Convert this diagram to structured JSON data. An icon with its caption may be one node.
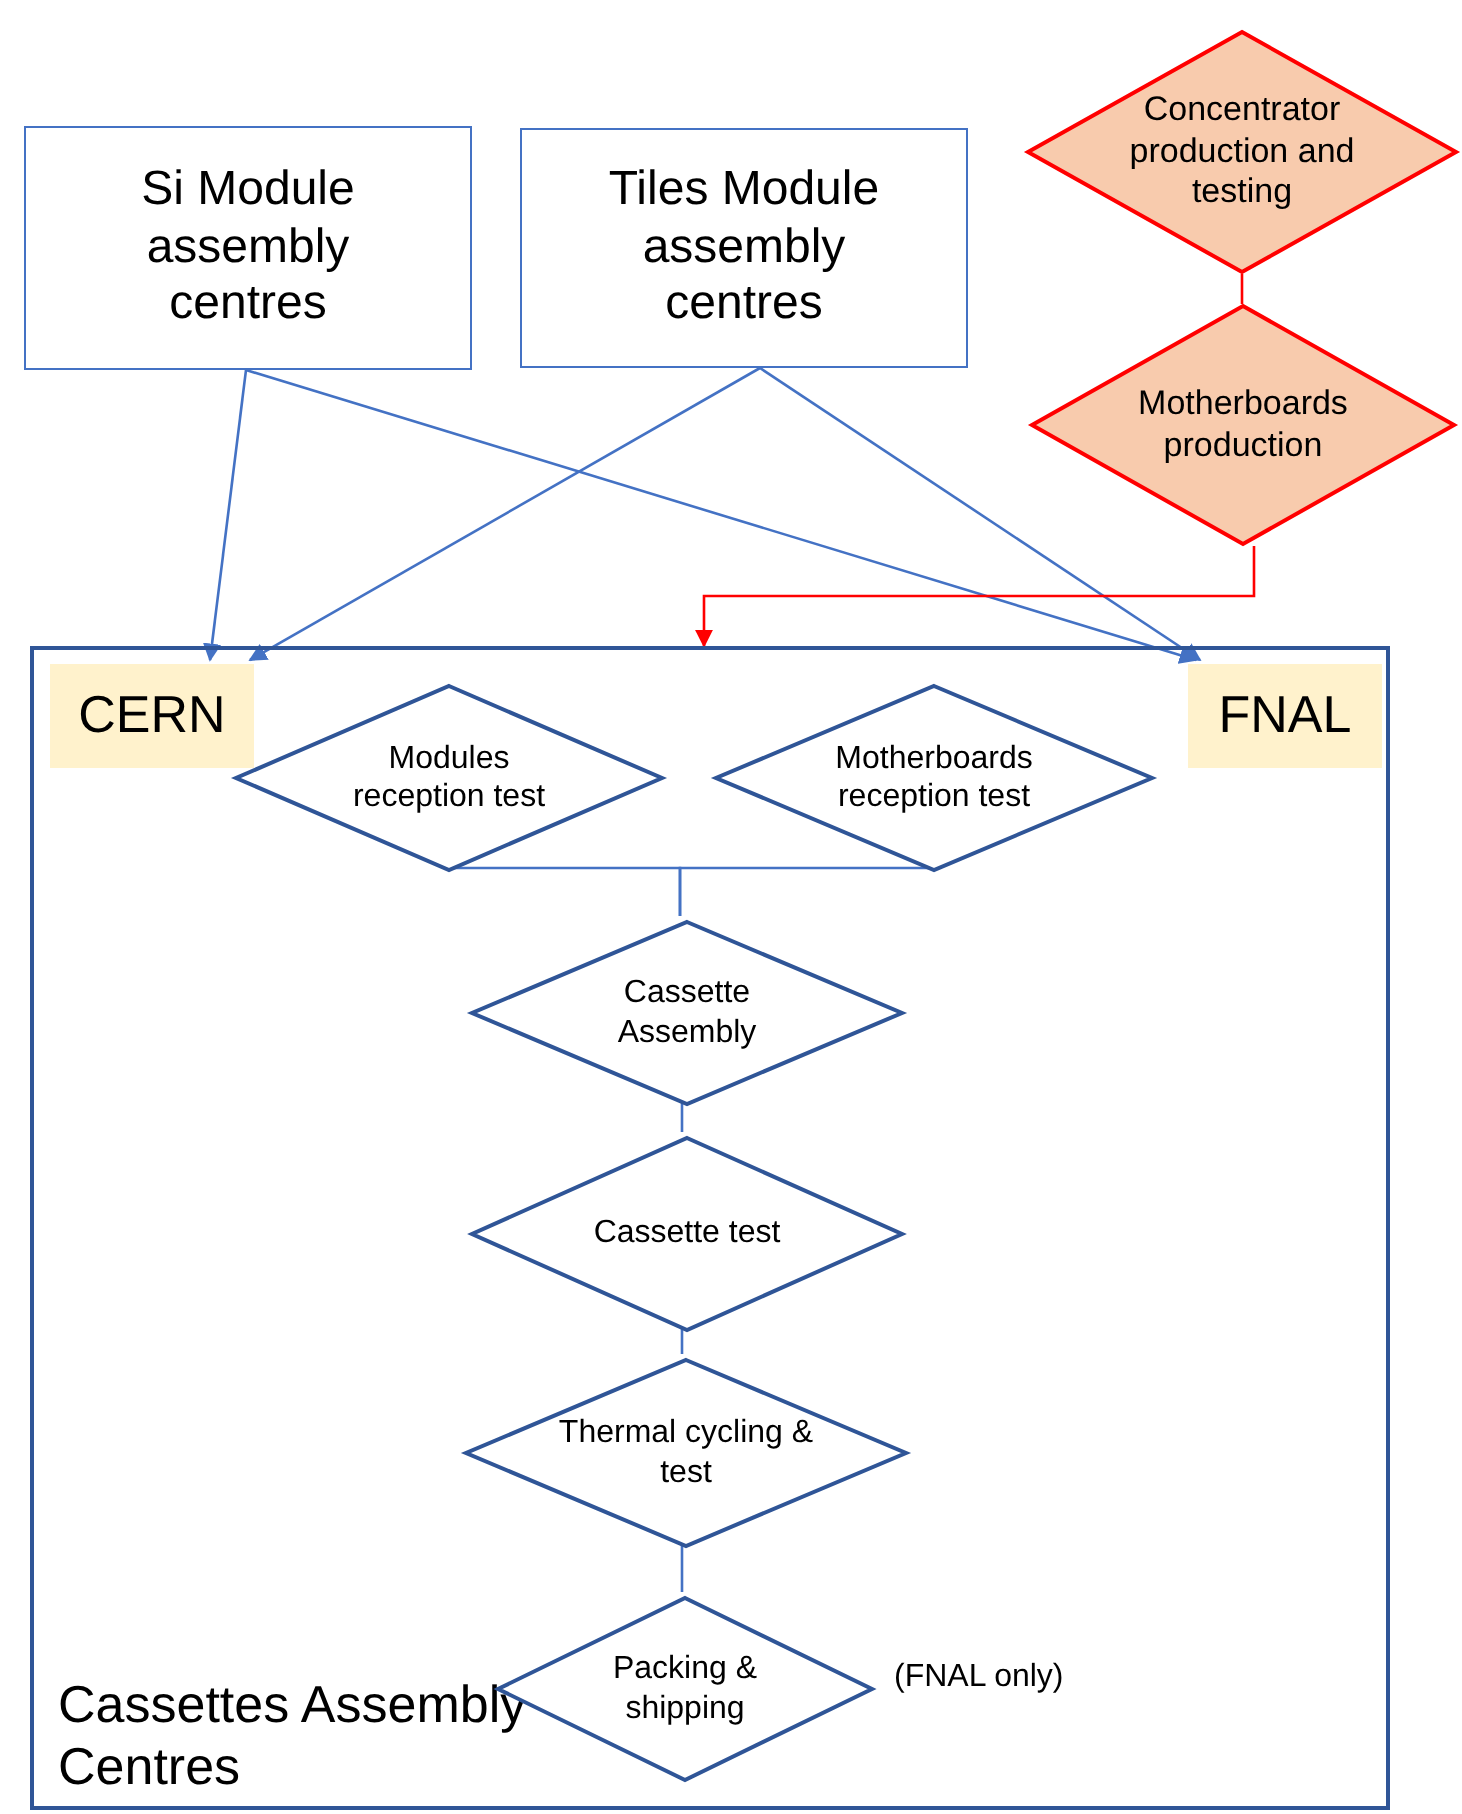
{
  "diagram": {
    "nodes": [
      {
        "text": [
          "Si Module assembly centres"
        ]
      },
      {
        "text": [
          "Tiles Module assembly centres"
        ]
      },
      {
        "text": [
          "Concentrator production and testing"
        ]
      },
      {
        "text": [
          "Motherboards production"
        ]
      },
      {
        "text": [
          "Cassettes Assembly Centres"
        ]
      },
      {
        "text": [
          "CERN"
        ],
        "in": 4
      },
      {
        "text": [
          "FNAL"
        ],
        "in": 4
      },
      {
        "text": [
          "Modules reception test"
        ],
        "in": 4
      },
      {
        "text": [
          "Motherboards reception test"
        ],
        "in": 4
      },
      {
        "text": [
          "Cassette Assembly"
        ],
        "in": 4
      },
      {
        "text": [
          "Cassette test"
        ],
        "in": 4
      },
      {
        "text": [
          "Thermal cycling & test"
        ],
        "in": 4
      },
      {
        "text": [
          "Packing & shipping"
        ],
        "in": 4,
        "beside": [
          "(FNAL only)"
        ]
      }
    ],
    "edges": [
      {
        "from": 0,
        "to": 5,
        "arrow": "to"
      },
      {
        "from": 0,
        "to": 6,
        "arrow": "to"
      },
      {
        "from": 1,
        "to": 5,
        "arrow": "to"
      },
      {
        "from": 1,
        "to": 6,
        "arrow": "to"
      },
      {
        "from": 2,
        "to": 3,
        "arrow": "none",
        "color": "#ff0000"
      },
      {
        "from": 3,
        "to": 4,
        "arrow": "to",
        "color": "#ff0000"
      },
      {
        "from": 7,
        "to": 9,
        "arrow": "none"
      },
      {
        "from": 8,
        "to": 9,
        "arrow": "none"
      },
      {
        "from": 9,
        "to": 10,
        "arrow": "none"
      },
      {
        "from": 10,
        "to": 11,
        "arrow": "none"
      },
      {
        "from": 11,
        "to": 12,
        "arrow": "none"
      }
    ]
  }
}
